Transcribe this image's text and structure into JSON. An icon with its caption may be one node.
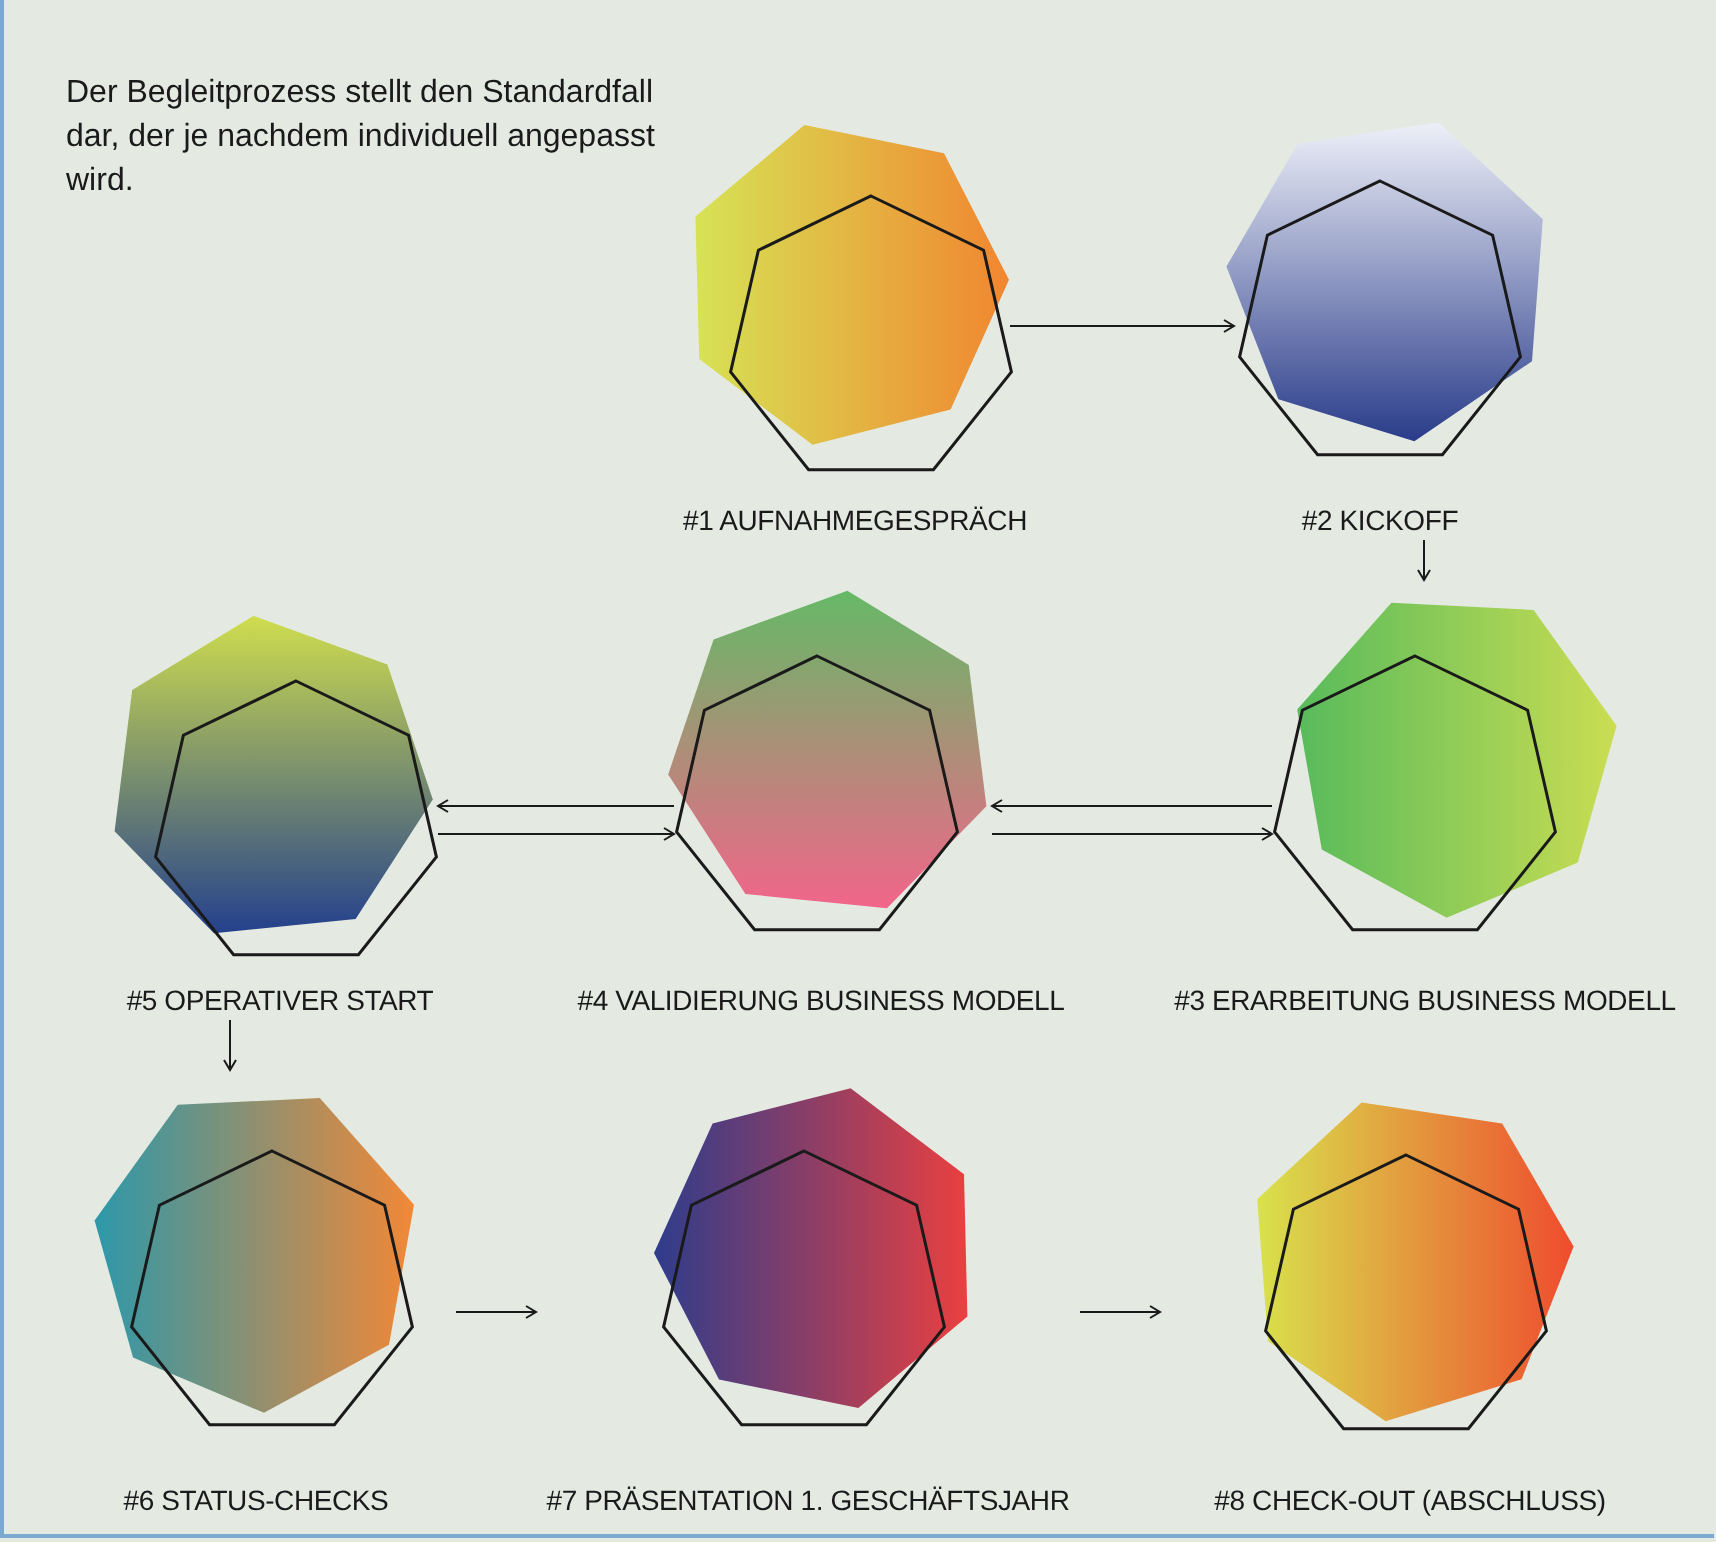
{
  "diagram": {
    "nodes": [
      {
        "text": [
          "#1 AUFNAHMEGESPRÄCH"
        ]
      },
      {
        "text": [
          "#2 KICKOFF"
        ]
      },
      {
        "text": [
          "#3 ERARBEITUNG BUSINESS MODELL"
        ]
      },
      {
        "text": [
          "#4 VALIDIERUNG BUSINESS MODELL"
        ]
      },
      {
        "text": [
          "#5 OPERATIVER START"
        ]
      },
      {
        "text": [
          "#6 STATUS-CHECKS"
        ]
      },
      {
        "text": [
          "#7 PRÄSENTATION 1. GESCHÄFTSJAHR"
        ]
      },
      {
        "text": [
          "#8 CHECK-OUT (ABSCHLUSS)"
        ]
      }
    ],
    "edges": [
      {
        "from": 0,
        "to": 1,
        "arrow": "to"
      },
      {
        "from": 1,
        "to": 2,
        "arrow": "to"
      },
      {
        "from": 2,
        "to": 3,
        "arrow": "to"
      },
      {
        "from": 3,
        "to": 2,
        "arrow": "to"
      },
      {
        "from": 3,
        "to": 4,
        "arrow": "to"
      },
      {
        "from": 4,
        "to": 3,
        "arrow": "to"
      },
      {
        "from": 4,
        "to": 5,
        "arrow": "to"
      },
      {
        "from": 5,
        "to": 6,
        "arrow": "to"
      },
      {
        "from": 6,
        "to": 7,
        "arrow": "to"
      }
    ],
    "labels": [
      "Der Begleitprozess stellt den Standardfall dar, der je nachdem individuell angepasst wird."
    ]
  }
}
